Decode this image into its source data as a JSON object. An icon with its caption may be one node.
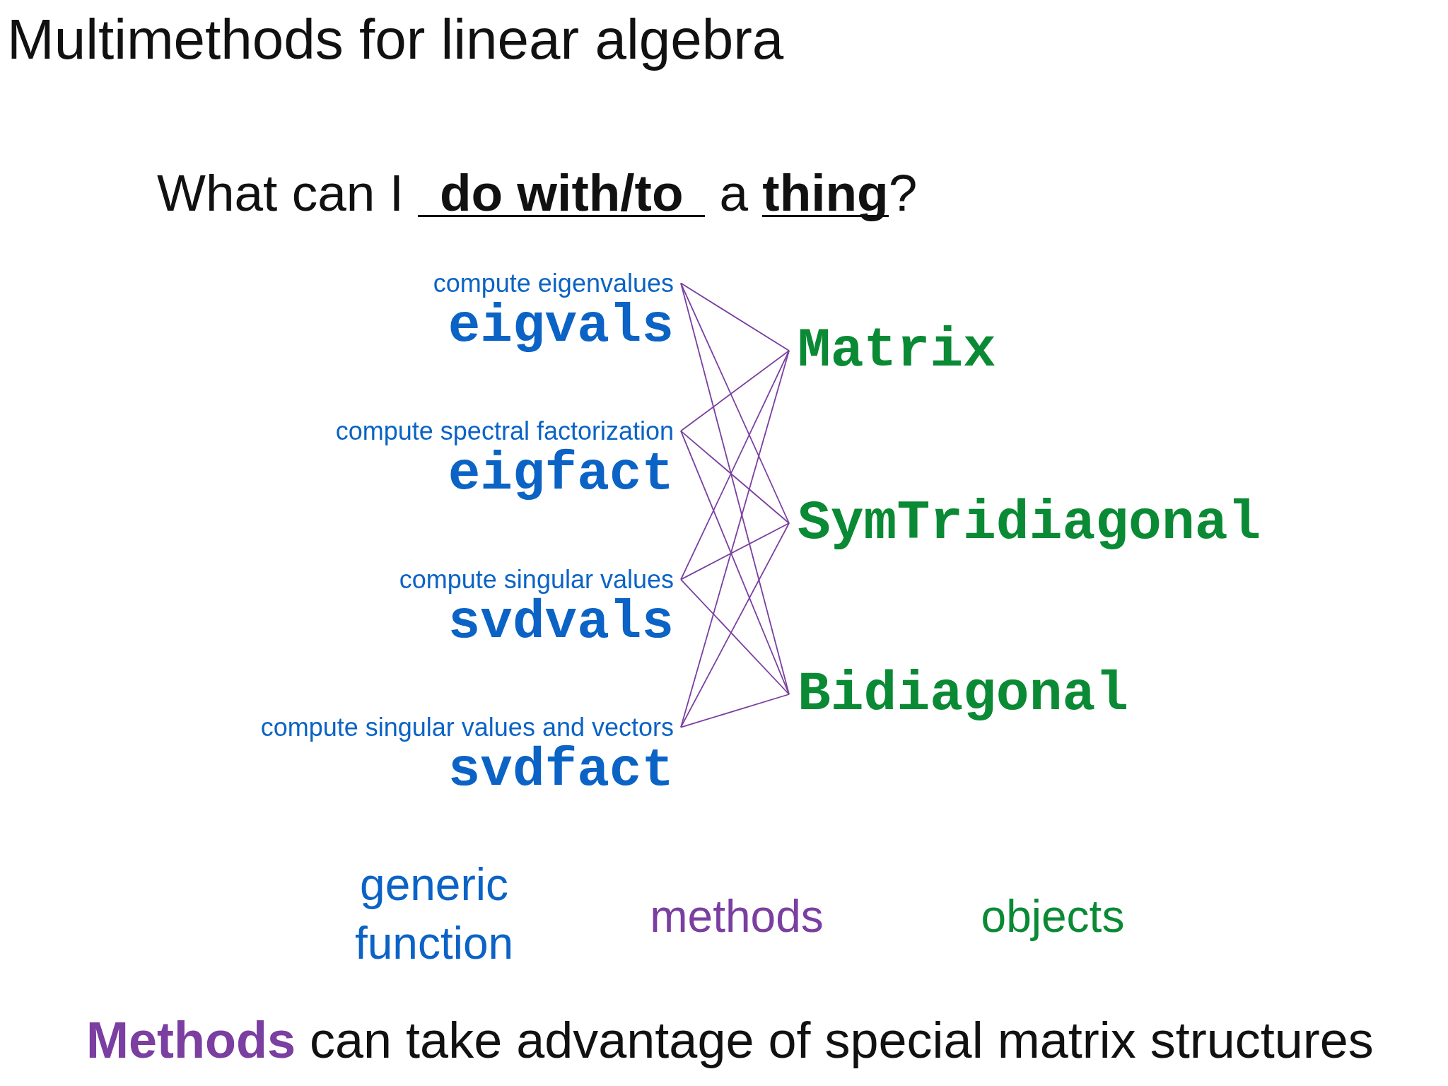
{
  "diagram": {
    "title": "Multimethods for linear algebra",
    "nodes": [
      {
        "text": [
          "compute eigenvalues",
          "eigvals"
        ]
      },
      {
        "text": [
          "compute spectral factorization",
          "eigfact"
        ]
      },
      {
        "text": [
          "compute singular values",
          "svdvals"
        ]
      },
      {
        "text": [
          "compute singular values and vectors",
          "svdfact"
        ]
      },
      {
        "text": [
          "Matrix"
        ]
      },
      {
        "text": [
          "SymTridiagonal"
        ]
      },
      {
        "text": [
          "Bidiagonal"
        ]
      }
    ],
    "edges": [
      {
        "from": 0,
        "to": 4,
        "arrow": "none"
      },
      {
        "from": 0,
        "to": 5,
        "arrow": "none"
      },
      {
        "from": 0,
        "to": 6,
        "arrow": "none"
      },
      {
        "from": 1,
        "to": 4,
        "arrow": "none"
      },
      {
        "from": 1,
        "to": 5,
        "arrow": "none"
      },
      {
        "from": 1,
        "to": 6,
        "arrow": "none"
      },
      {
        "from": 2,
        "to": 4,
        "arrow": "none"
      },
      {
        "from": 2,
        "to": 5,
        "arrow": "none"
      },
      {
        "from": 2,
        "to": 6,
        "arrow": "none"
      },
      {
        "from": 3,
        "to": 4,
        "arrow": "none"
      },
      {
        "from": 3,
        "to": 5,
        "arrow": "none"
      },
      {
        "from": 3,
        "to": 6,
        "arrow": "none"
      }
    ],
    "labels": [
      "What can I **do with/to** a **thing**?",
      "generic function",
      "methods",
      "objects"
    ],
    "caption": "**Methods** can take advantage of special matrix structures"
  }
}
